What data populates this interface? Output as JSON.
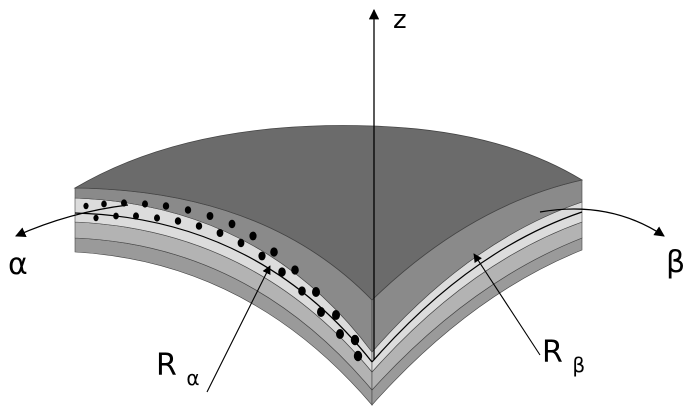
{
  "labels": {
    "z": "z",
    "alpha": "α",
    "beta": "β",
    "r_alpha_main": "R",
    "r_alpha_sub": "α",
    "r_beta_main": "R",
    "r_beta_sub": "β"
  },
  "colors": {
    "top_surface": "#6b6b6b",
    "layer_dark": "#8a8a8a",
    "layer_light": "#dcdcdc",
    "layer_mid": "#b3b3b3",
    "layer_bottom": "#9a9a9a",
    "fiber": "#000000",
    "stroke": "#000000"
  }
}
